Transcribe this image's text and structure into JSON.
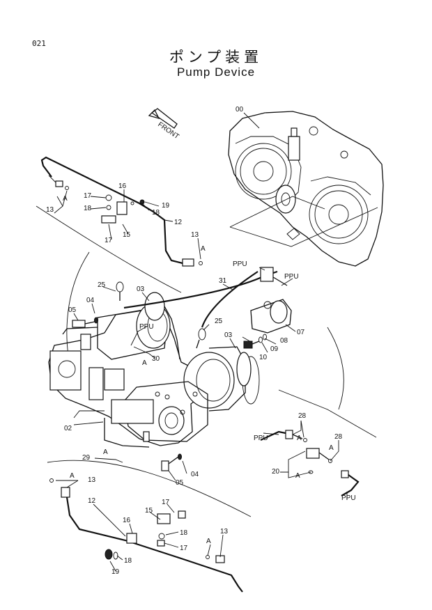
{
  "header": {
    "page_number": "021",
    "title_jp": "ポンプ装置",
    "title_en": "Pump Device"
  },
  "front_arrow": {
    "label": "FRONT"
  },
  "callouts": [
    "00",
    "03",
    "03",
    "04",
    "04",
    "05",
    "05",
    "07",
    "08",
    "09",
    "10",
    "12",
    "12",
    "13",
    "13",
    "13",
    "13",
    "15",
    "15",
    "16",
    "16",
    "17",
    "17",
    "17",
    "17",
    "18",
    "18",
    "18",
    "18",
    "19",
    "19",
    "20",
    "25",
    "25",
    "28",
    "28",
    "29",
    "30",
    "31",
    "02"
  ],
  "ref_letters": [
    "A",
    "A",
    "A",
    "A",
    "A",
    "A",
    "A",
    "A",
    "A"
  ],
  "ppu_labels": [
    "PPU",
    "PPU",
    "PPU",
    "PPU",
    "PPU"
  ]
}
